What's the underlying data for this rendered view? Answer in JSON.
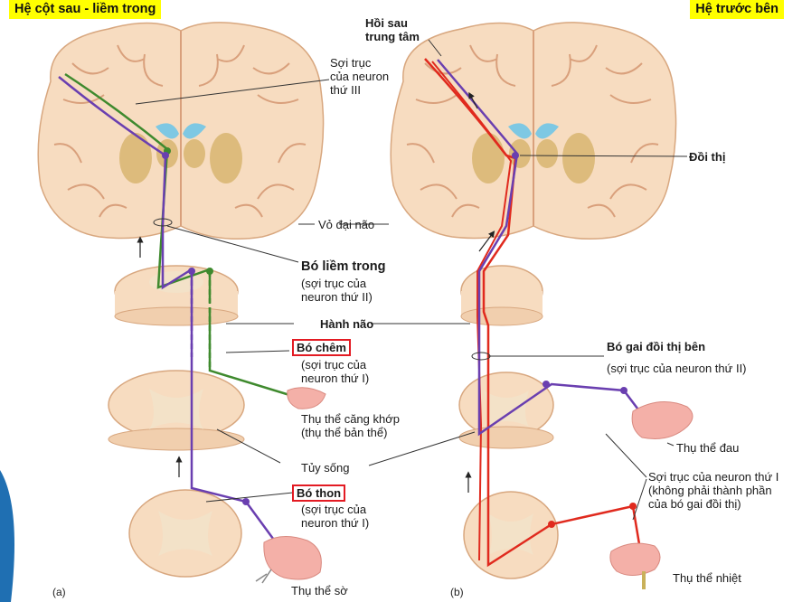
{
  "panel_a_title": "Hệ cột sau - liềm trong",
  "panel_b_title": "Hệ trước bên",
  "labels": {
    "postcentral_gyrus": [
      "Hồi sau",
      "trung tâm"
    ],
    "third_order_axon": [
      "Sợi trục",
      "của neuron",
      "thứ III"
    ],
    "thalamus": "Đồi thị",
    "cerebral_cortex": "Vỏ đại  não",
    "medial_lemniscus": "Bó liềm trong",
    "medial_lemniscus_sub": [
      "(sợi trục của",
      "neuron thứ II)"
    ],
    "medulla": "Hành não",
    "cuneatus": "Bó chêm",
    "cuneatus_sub": [
      "(sợi trục của",
      "neuron thứ I)"
    ],
    "joint_receptor": [
      "Thụ thể căng khớp",
      "(thụ thể bản thể)"
    ],
    "spinal_cord": "Tủy sống",
    "gracilis": "Bó thon",
    "gracilis_sub": [
      "(sợi trục của",
      "neuron thứ I)"
    ],
    "touch_receptor": "Thụ thể sờ",
    "lateral_spinothalamic": "Bó gai đồi thị bên",
    "lateral_spinothalamic_sub": "(sợi trục của neuron thứ II)",
    "pain_receptor": "Thụ thể đau",
    "first_order_axon": [
      "Sợi trục của neuron thứ I",
      "(không phải thành phần",
      "của bó gai đồi thị)"
    ],
    "temperature_receptor": "Thụ thể nhiệt"
  },
  "panel_letters": [
    "(a)",
    "(b)"
  ],
  "colors": {
    "highlight": "#ffff00",
    "red_box": "#e31b23",
    "tissue": "#f7dcc0",
    "tissue_outline": "#d8a77f",
    "sulci": "#d9a07c",
    "gray_matter": "#f3e2c8",
    "nuclei": "#d6b36a",
    "ventricle": "#7ec8e3",
    "first_order_neuron": "#3f8a2e",
    "second_order_neuron": "#6a3fb0",
    "third_order_neuron": "#7a5cc8",
    "spinothalamic_neuron": "#e02a1e",
    "skin": "#f4b0a8",
    "arrow": "#222222"
  },
  "icons": [
    "brain-section",
    "spinal-cord-section",
    "hand",
    "foot",
    "arrow-up"
  ]
}
